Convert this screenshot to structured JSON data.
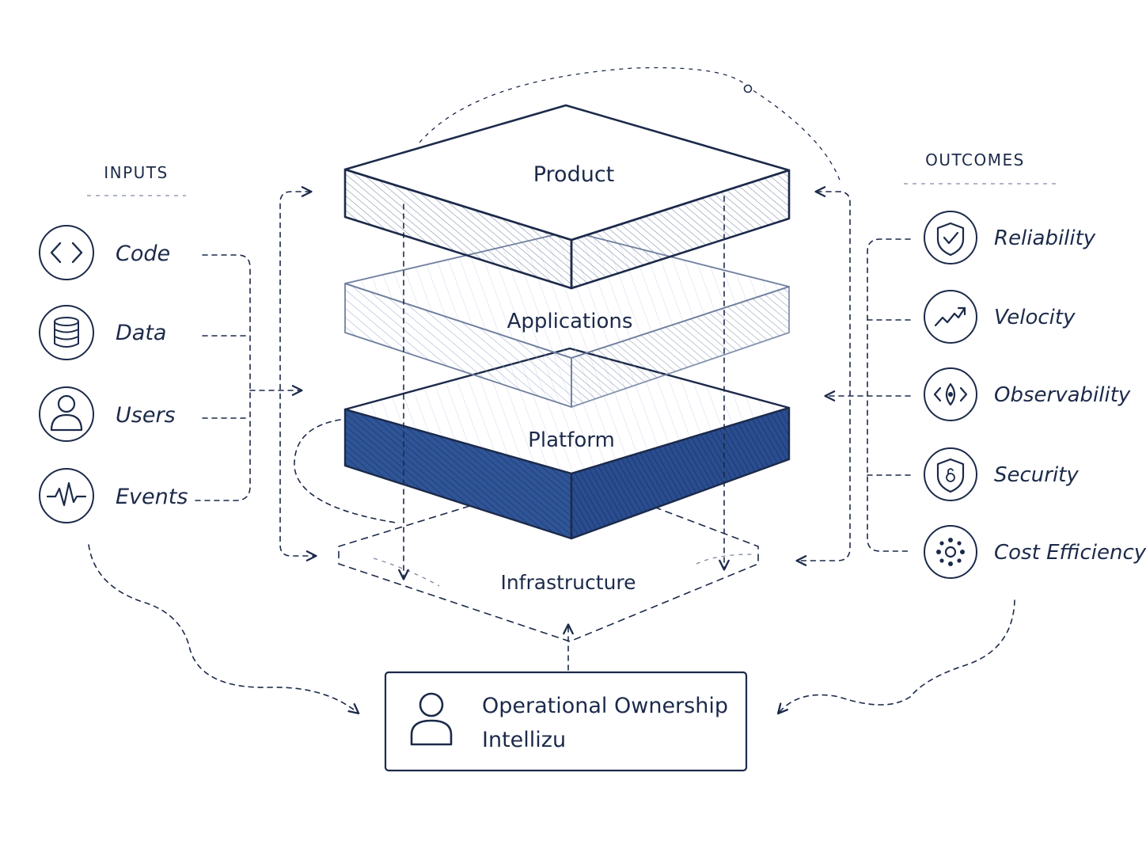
{
  "inputs": {
    "heading": "INPUTS",
    "items": [
      {
        "label": "Code",
        "icon": "code-icon"
      },
      {
        "label": "Data",
        "icon": "database-icon"
      },
      {
        "label": "Users",
        "icon": "user-icon"
      },
      {
        "label": "Events",
        "icon": "pulse-icon"
      }
    ]
  },
  "outcomes": {
    "heading": "OUTCOMES",
    "items": [
      {
        "label": "Reliability",
        "icon": "shield-check-icon"
      },
      {
        "label": "Velocity",
        "icon": "trend-up-icon"
      },
      {
        "label": "Observability",
        "icon": "eye-icon"
      },
      {
        "label": "Security",
        "icon": "shield-lock-icon"
      },
      {
        "label": "Cost Efficiency",
        "icon": "gear-cluster-icon"
      }
    ]
  },
  "stack": {
    "layers": [
      {
        "label": "Product"
      },
      {
        "label": "Applications"
      },
      {
        "label": "Platform"
      },
      {
        "label": "Infrastructure"
      }
    ]
  },
  "owner": {
    "title": "Operational Ownership",
    "subtitle": "Intellizu",
    "icon": "person-icon"
  },
  "colors": {
    "ink": "#1c2a4a",
    "platform_blue": "#2f5597",
    "hatch_light": "#8fa3c8"
  }
}
